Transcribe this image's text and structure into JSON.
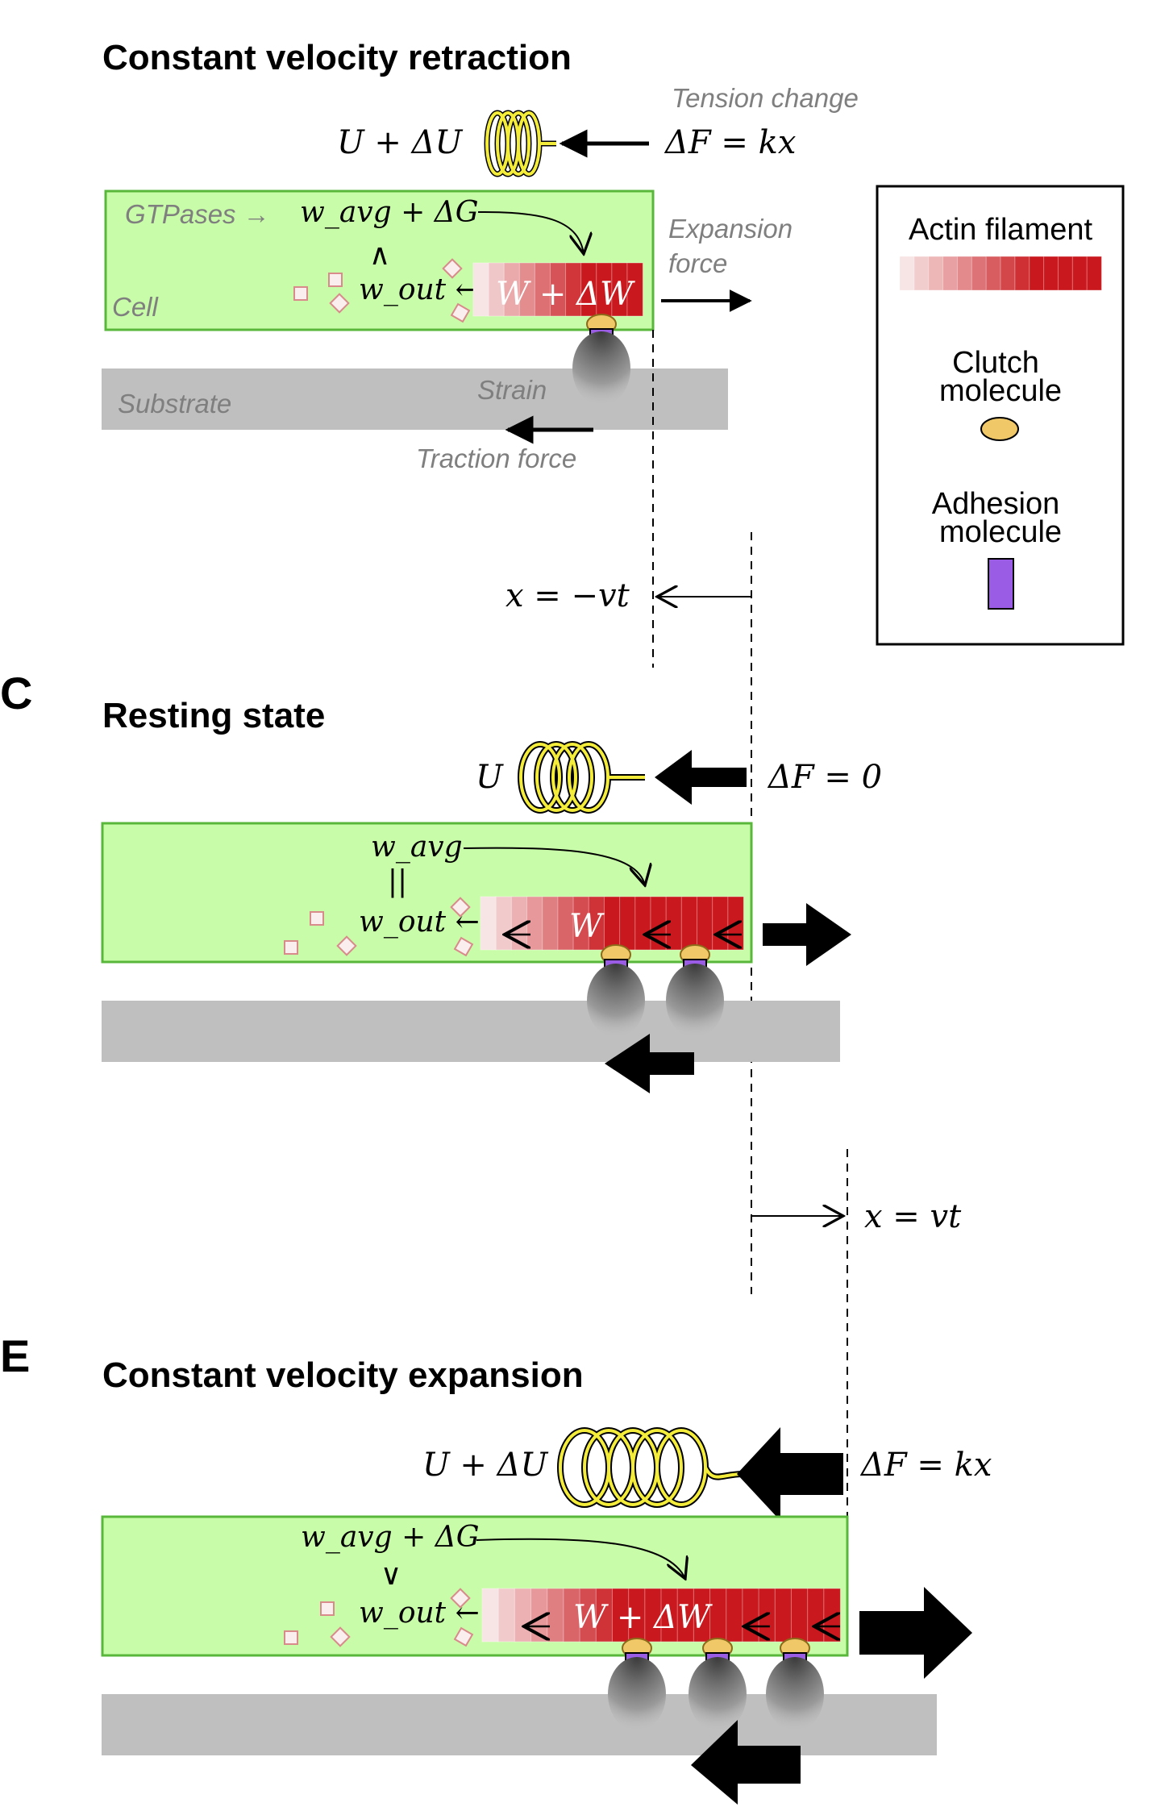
{
  "panels": {
    "retraction": {
      "title": "Constant velocity retraction",
      "energy": "U + ΔU",
      "tension_change": "Tension change",
      "force_eq": "ΔF = kx",
      "gtpases": "GTPases →",
      "w_avg_dg": "w_avg + ΔG",
      "relation": "∧",
      "w_out": "w_out ←",
      "actin_label": "W + ΔW",
      "cell": "Cell",
      "expansion_force_1": "Expansion",
      "expansion_force_2": "force",
      "substrate": "Substrate",
      "strain": "Strain",
      "traction_force": "Traction force",
      "displacement": "x = −vt"
    },
    "resting": {
      "letter": "C",
      "title": "Resting state",
      "energy": "U",
      "force_eq": "ΔF = 0",
      "w_avg": "w_avg",
      "relation": "||",
      "w_out": "w_out ←",
      "actin_label": "W",
      "displacement": "x = vt"
    },
    "expansion": {
      "letter": "E",
      "title": "Constant velocity expansion",
      "energy": "U + ΔU",
      "force_eq": "ΔF = kx",
      "w_avg_dg": "w_avg + ΔG",
      "relation": "∨",
      "w_out": "w_out ←",
      "actin_label": "W + ΔW"
    }
  },
  "legend": {
    "actin": "Actin filament",
    "clutch_1": "Clutch",
    "clutch_2": "molecule",
    "adhesion_1": "Adhesion",
    "adhesion_2": "molecule"
  },
  "colors": {
    "cell_fill": "#c9fca9",
    "cell_border": "#59b83b",
    "substrate": "#bfbfbf",
    "actin_dark": "#c9191e",
    "actin_light": "#f7e4e4",
    "spring": "#f4ec3a",
    "clutch": "#f0c868",
    "adhesion": "#9a5ce5"
  }
}
